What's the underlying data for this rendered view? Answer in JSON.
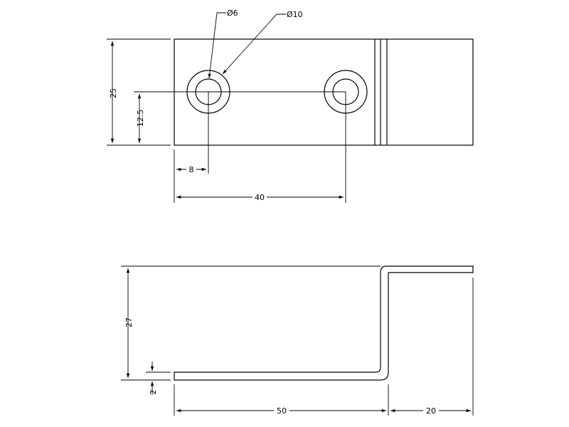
{
  "drawing": {
    "top_view": {
      "dims": {
        "hole_small": "Ø6",
        "hole_large": "Ø10",
        "height": "25",
        "center_height": "12.5",
        "edge_to_hole": "8",
        "hole_spacing": "40"
      }
    },
    "side_view": {
      "dims": {
        "height": "27",
        "thickness": "2",
        "base_length": "50",
        "flange_length": "20"
      }
    }
  }
}
